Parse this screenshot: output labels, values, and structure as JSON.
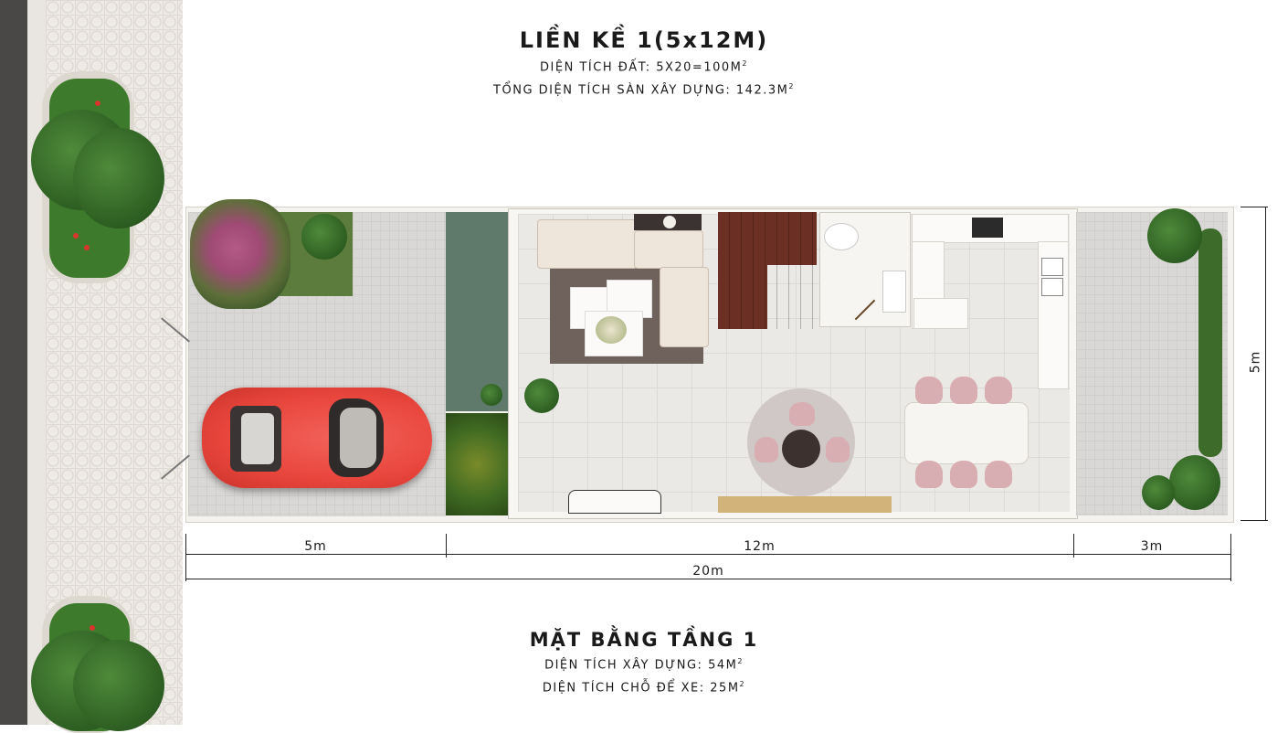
{
  "header": {
    "title": "LIỀN KỀ 1(5x12M)",
    "land_area_label": "DIỆN TÍCH ĐẤT: 5X20=100M",
    "land_area_unit_sup": "2",
    "gross_floor_area_label": "TỔNG DIỆN TÍCH SÀN XÂY DỰNG: 142.3M",
    "gross_floor_area_unit_sup": "2"
  },
  "dimensions": {
    "front_yard": "5m",
    "house_depth": "12m",
    "back_yard": "3m",
    "total_length": "20m",
    "width": "5m"
  },
  "footer": {
    "title": "MẶT BẰNG TẦNG 1",
    "building_area_label": "DIỆN TÍCH XÂY DỰNG: 54M",
    "building_area_unit_sup": "2",
    "parking_area_label": "DIỆN TÍCH CHỖ ĐỂ XE: 25M",
    "parking_area_unit_sup": "2"
  },
  "colors": {
    "car": "#e8453c",
    "grass": "#5b7c3d",
    "stair_wood": "#6c2f23",
    "chair_pink": "#d9aeb2"
  }
}
